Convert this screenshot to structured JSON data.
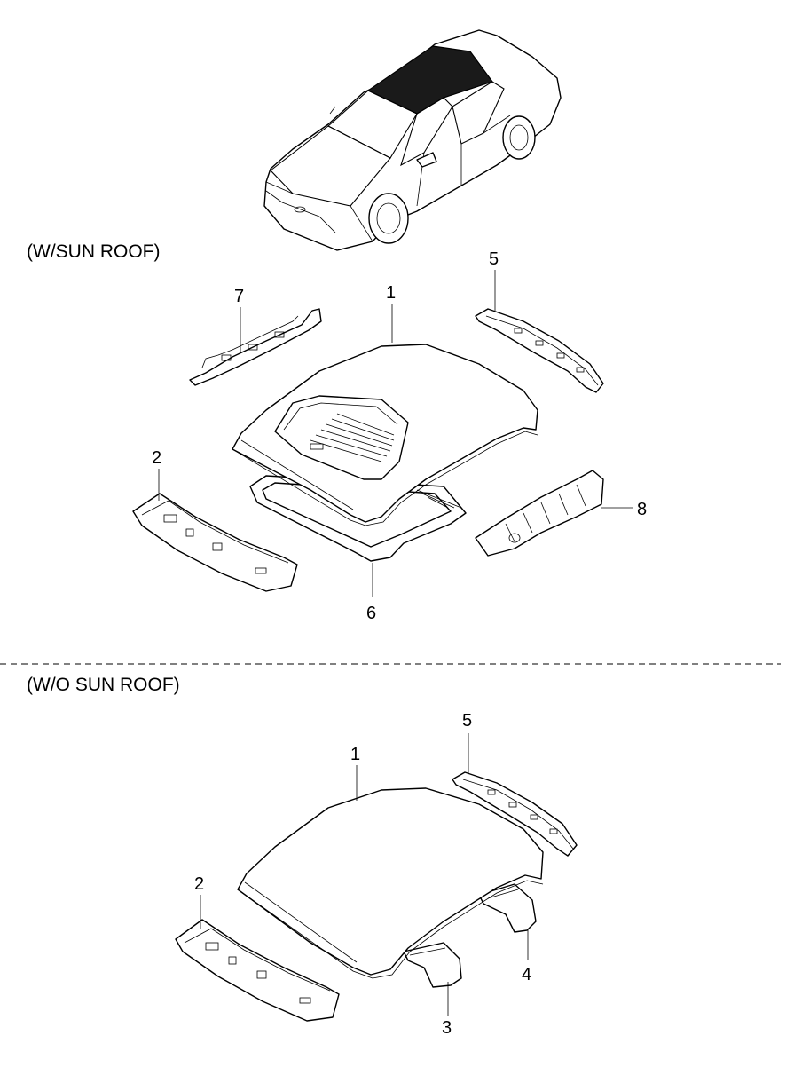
{
  "sections": [
    {
      "title": "(W/SUN ROOF)"
    },
    {
      "title": "(W/O SUN ROOF)"
    }
  ],
  "callouts": {
    "sun_roof": [
      "1",
      "2",
      "5",
      "6",
      "7",
      "8"
    ],
    "no_sun_roof": [
      "1",
      "2",
      "3",
      "4",
      "5"
    ]
  }
}
